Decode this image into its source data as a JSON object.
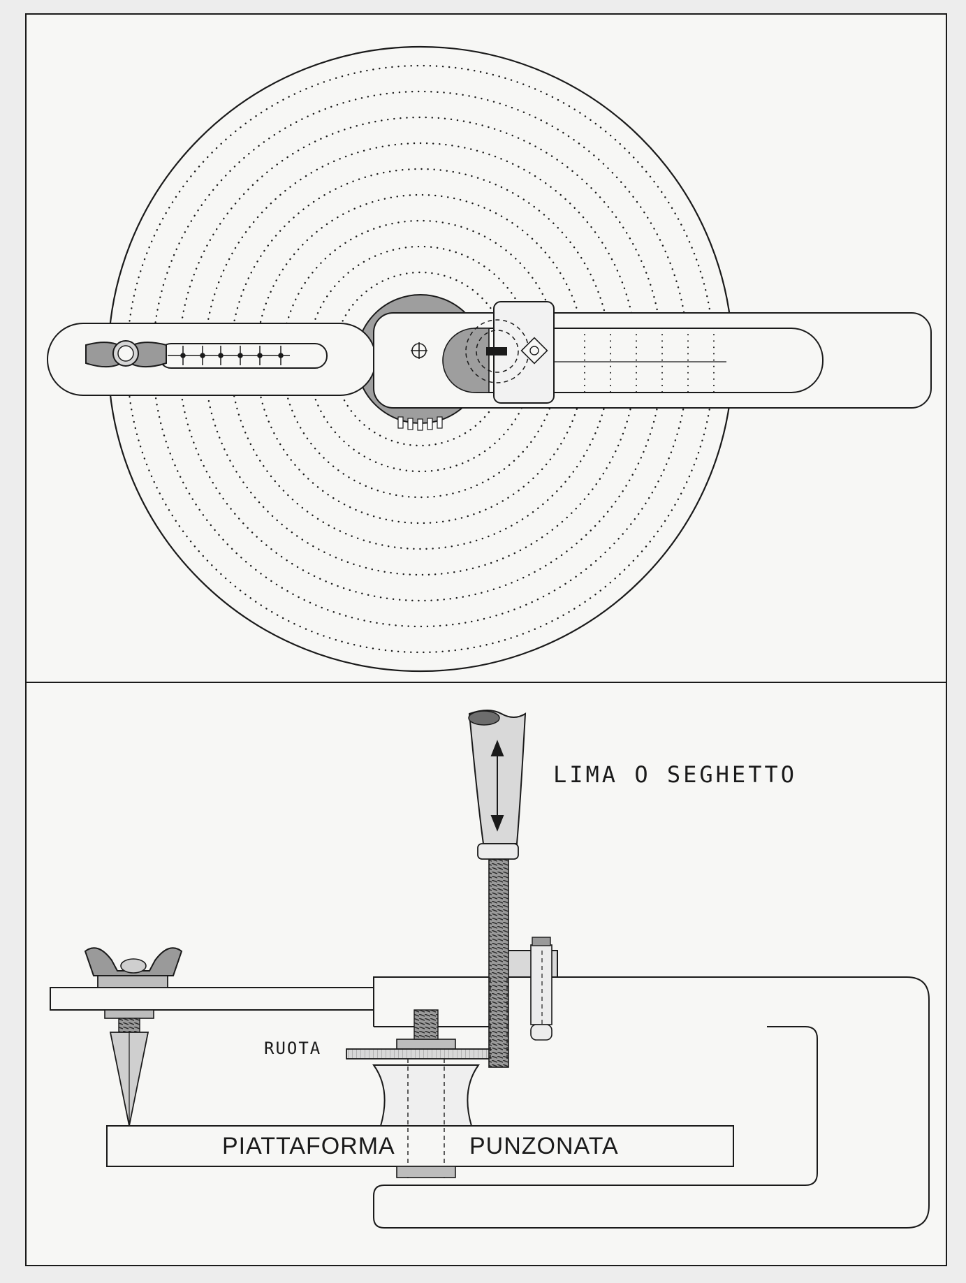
{
  "labels": {
    "lima": "LIMA O SEGHETTO",
    "ruota": "RUOTA",
    "piattaforma": "PIATTAFORMA",
    "punzonata": "PUNZONATA"
  },
  "colors": {
    "paper": "#f7f7f5",
    "ink": "#1a1a1a",
    "shade": "#9a9a9a",
    "shade_light": "#cfcfcf"
  },
  "dividing_plate": {
    "hole_circles": 9
  }
}
